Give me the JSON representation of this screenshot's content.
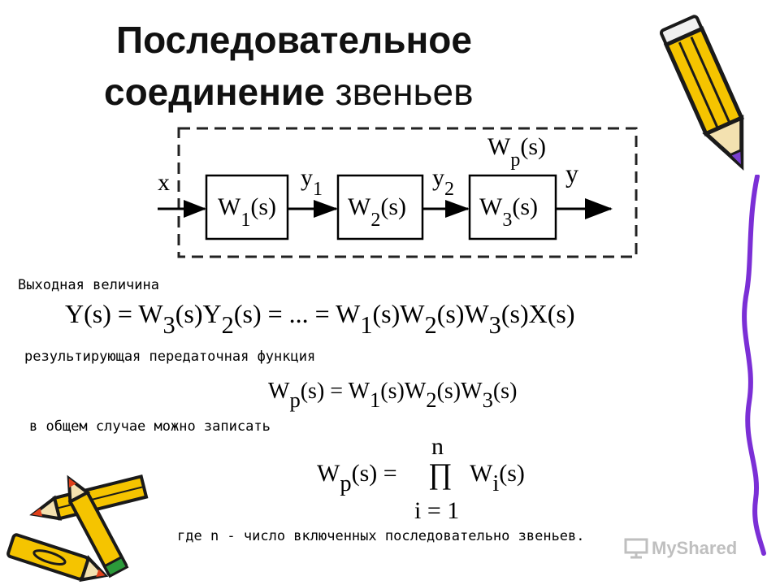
{
  "title": {
    "line1": "Последовательное",
    "line2_bold": "соединение",
    "line2_rest": " звеньев"
  },
  "diagram": {
    "input": "x",
    "blocks": [
      {
        "label": "W",
        "sub": "1",
        "arg": "(s)"
      },
      {
        "label": "W",
        "sub": "2",
        "arg": "(s)"
      },
      {
        "label": "W",
        "sub": "3",
        "arg": "(s)"
      }
    ],
    "signals": [
      {
        "label": "y",
        "sub": "1"
      },
      {
        "label": "y",
        "sub": "2"
      }
    ],
    "output": "y",
    "total": {
      "label": "W",
      "sub": "p",
      "arg": "(s)"
    }
  },
  "text": {
    "output_label": "Выходная величина",
    "result_label": "результирующая передаточная функция",
    "general_label": "в общем случае можно записать",
    "note": "где n - число включенных последовательно звеньев."
  },
  "eq1": {
    "p1": "Y(s) = W",
    "s1": "3",
    "p2": "(s)Y",
    "s2": "2",
    "p3": "(s) = ... = W",
    "s3": "1",
    "p4": "(s)W",
    "s4": "2",
    "p5": "(s)W",
    "s5": "3",
    "p6": "(s)X(s)"
  },
  "eq2": {
    "p1": "W",
    "s1": "p",
    "p2": "(s) = W",
    "s2": "1",
    "p3": "(s)W",
    "s3": "2",
    "p4": "(s)W",
    "s4": "3",
    "p5": "(s)"
  },
  "eq3": {
    "upper": "n",
    "lhs": "W",
    "lhs_sub": "p",
    "lhs_arg": "(s) =",
    "op": "∏",
    "term": "W",
    "term_sub": "i",
    "term_arg": "(s)",
    "lower": "i = 1"
  },
  "watermark": "MyShared",
  "colors": {
    "pencil_yellow": "#f5c400",
    "pencil_outline": "#1a1a1a",
    "pencil_tip_red": "#e0401a",
    "pencil_tip_green": "#2c9a3a",
    "border_purple": "#7b2fd6",
    "watermark_gray": "#8c8c8c"
  }
}
